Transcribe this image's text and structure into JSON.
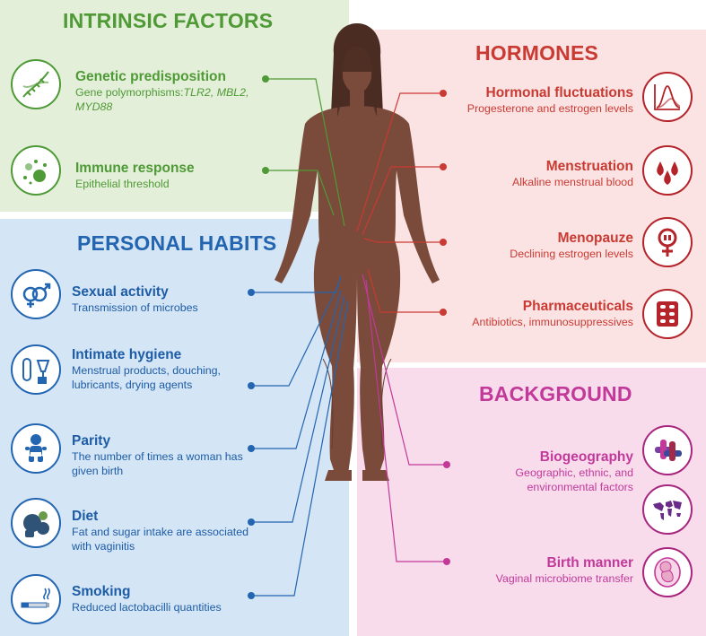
{
  "colors": {
    "green": "#4f9a36",
    "blue": "#2365b0",
    "red": "#c93a33",
    "pink": "#c2399a",
    "skin": "#7a4a3a",
    "hair": "#4a2c22"
  },
  "panels": {
    "intrinsic": {
      "title": "INTRINSIC FACTORS",
      "items": [
        {
          "heading": "Genetic predisposition",
          "desc_prefix": "Gene polymorphisms:",
          "desc_italic": "TLR2, MBL2,",
          "desc_italic2": "MYD88",
          "icon": "dna-icon"
        },
        {
          "heading": "Immune response",
          "desc": "Epithelial threshold",
          "icon": "immune-cell-icon"
        }
      ]
    },
    "habits": {
      "title": "PERSONAL HABITS",
      "items": [
        {
          "heading": "Sexual activity",
          "desc": "Transmission of microbes",
          "icon": "gender-symbols-icon"
        },
        {
          "heading": "Intimate hygiene",
          "desc": "Menstrual products, douching, lubricants, drying agents",
          "icon": "hygiene-products-icon"
        },
        {
          "heading": "Parity",
          "desc": "The number of times a woman has given birth",
          "icon": "baby-icon"
        },
        {
          "heading": "Diet",
          "desc": "Fat and sugar intake are associated with vaginitis",
          "icon": "food-icon"
        },
        {
          "heading": "Smoking",
          "desc": "Reduced lactobacilli quantities",
          "icon": "cigarette-icon"
        }
      ]
    },
    "hormones": {
      "title": "HORMONES",
      "items": [
        {
          "heading": "Hormonal fluctuations",
          "desc": "Progesterone and estrogen levels",
          "icon": "hormone-graph-icon"
        },
        {
          "heading": "Menstruation",
          "desc": "Alkaline menstrual blood",
          "icon": "blood-drops-icon"
        },
        {
          "heading": "Menopauze",
          "desc": "Declining estrogen levels",
          "icon": "female-symbol-icon"
        },
        {
          "heading": "Pharmaceuticals",
          "desc": "Antibiotics, immunosuppressives",
          "icon": "pills-icon"
        }
      ]
    },
    "background": {
      "title": "BACKGROUND",
      "items": [
        {
          "heading": "Biogeography",
          "desc": "Geographic, ethnic, and environmental factors",
          "icon": "hands-icon",
          "icon2": "world-map-icon"
        },
        {
          "heading": "Birth manner",
          "desc": "Vaginal microbiome transfer",
          "icon": "fetus-icon"
        }
      ]
    }
  }
}
